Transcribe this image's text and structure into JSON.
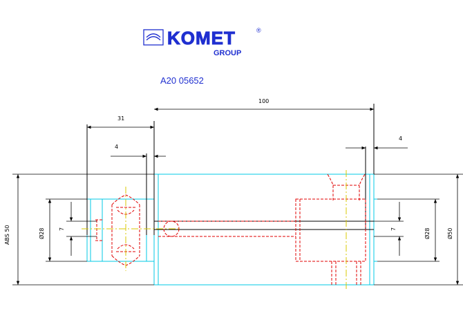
{
  "logo": {
    "brand": "KOMET",
    "registered_mark": "®",
    "sub": "GROUP"
  },
  "part_number": "A20 05652",
  "dimensions": {
    "length_100": "100",
    "offset_31": "31",
    "gap_left_4": "4",
    "gap_right_4": "4",
    "abs_50": "ABS 50",
    "dia_28_left": "Ø28",
    "dia_28_right": "Ø28",
    "dia_50": "Ø50",
    "seven_left": "7",
    "seven_right": "7"
  },
  "colors": {
    "outline": "#00c8e6",
    "hidden": "#e00000",
    "centerline": "#d8c800",
    "dimension": "#000000",
    "brand_blue": "#1f2fd0"
  }
}
